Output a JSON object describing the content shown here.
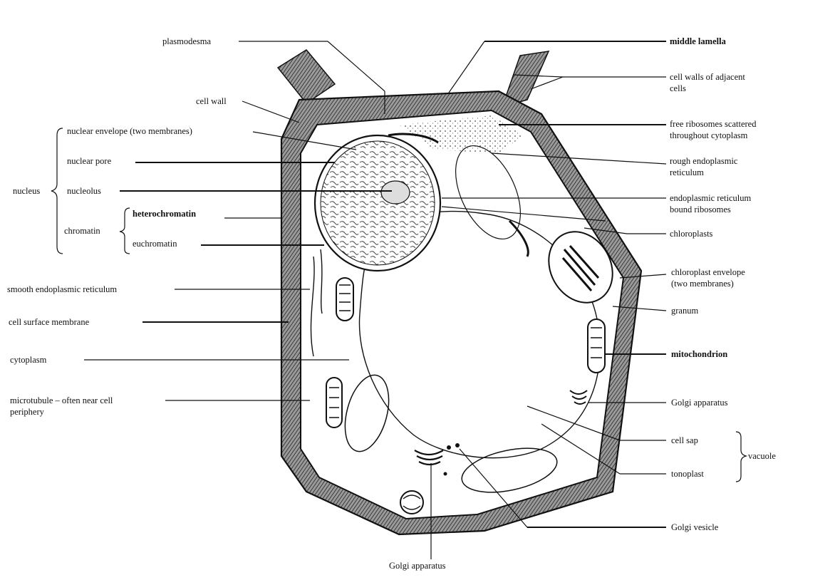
{
  "labels": {
    "plasmodesma": "plasmodesma",
    "middle_lamella": "middle lamella",
    "cell_walls_adjacent_1": "cell walls of adjacent",
    "cell_walls_adjacent_2": "cells",
    "cell_wall": "cell wall",
    "nuclear_envelope": "nuclear envelope (two membranes)",
    "free_ribosomes_1": "free ribosomes scattered",
    "free_ribosomes_2": "throughout cytoplasm",
    "nuclear_pore": "nuclear pore",
    "rough_er_1": "rough endoplasmic",
    "rough_er_2": "reticulum",
    "nucleus": "nucleus",
    "nucleolus": "nucleolus",
    "er_bound_ribosomes_1": "endoplasmic reticulum",
    "er_bound_ribosomes_2": "bound ribosomes",
    "heterochromatin": "heterochromatin",
    "chromatin": "chromatin",
    "euchromatin": "euchromatin",
    "chloroplasts": "chloroplasts",
    "smooth_er": "smooth endoplasmic reticulum",
    "chloroplast_envelope_1": "chloroplast envelope",
    "chloroplast_envelope_2": "(two membranes)",
    "cell_surface_membrane": "cell surface membrane",
    "granum": "granum",
    "cytoplasm": "cytoplasm",
    "mitochondrion": "mitochondrion",
    "microtubule_1": "microtubule – often near cell",
    "microtubule_2": "periphery",
    "golgi_apparatus_right": "Golgi apparatus",
    "cell_sap": "cell sap",
    "vacuole": "vacuole",
    "tonoplast": "tonoplast",
    "golgi_vesicle": "Golgi vesicle",
    "golgi_apparatus_bottom": "Golgi apparatus"
  },
  "colors": {
    "ink": "#111111",
    "wall_fill": "#8a8a8a",
    "background": "#ffffff"
  }
}
